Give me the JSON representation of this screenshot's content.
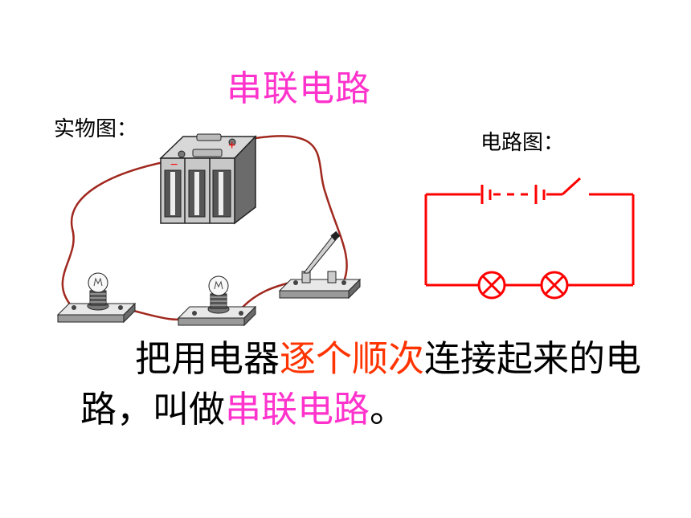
{
  "title": "串联电路",
  "labels": {
    "physical": "实物图：",
    "diagram": "电路图："
  },
  "sentence": {
    "part1": "把用电器",
    "highlight1": "逐个顺次",
    "part2": "连接起来的电路，叫做",
    "highlight2": "串联电路",
    "part3": "。"
  },
  "battery_marks": {
    "positive": "+",
    "negative": "−"
  },
  "colors": {
    "title": "#ff33cc",
    "highlight1": "#ff3300",
    "circuit_line": "#ff0000",
    "wire": "#a0281e"
  }
}
